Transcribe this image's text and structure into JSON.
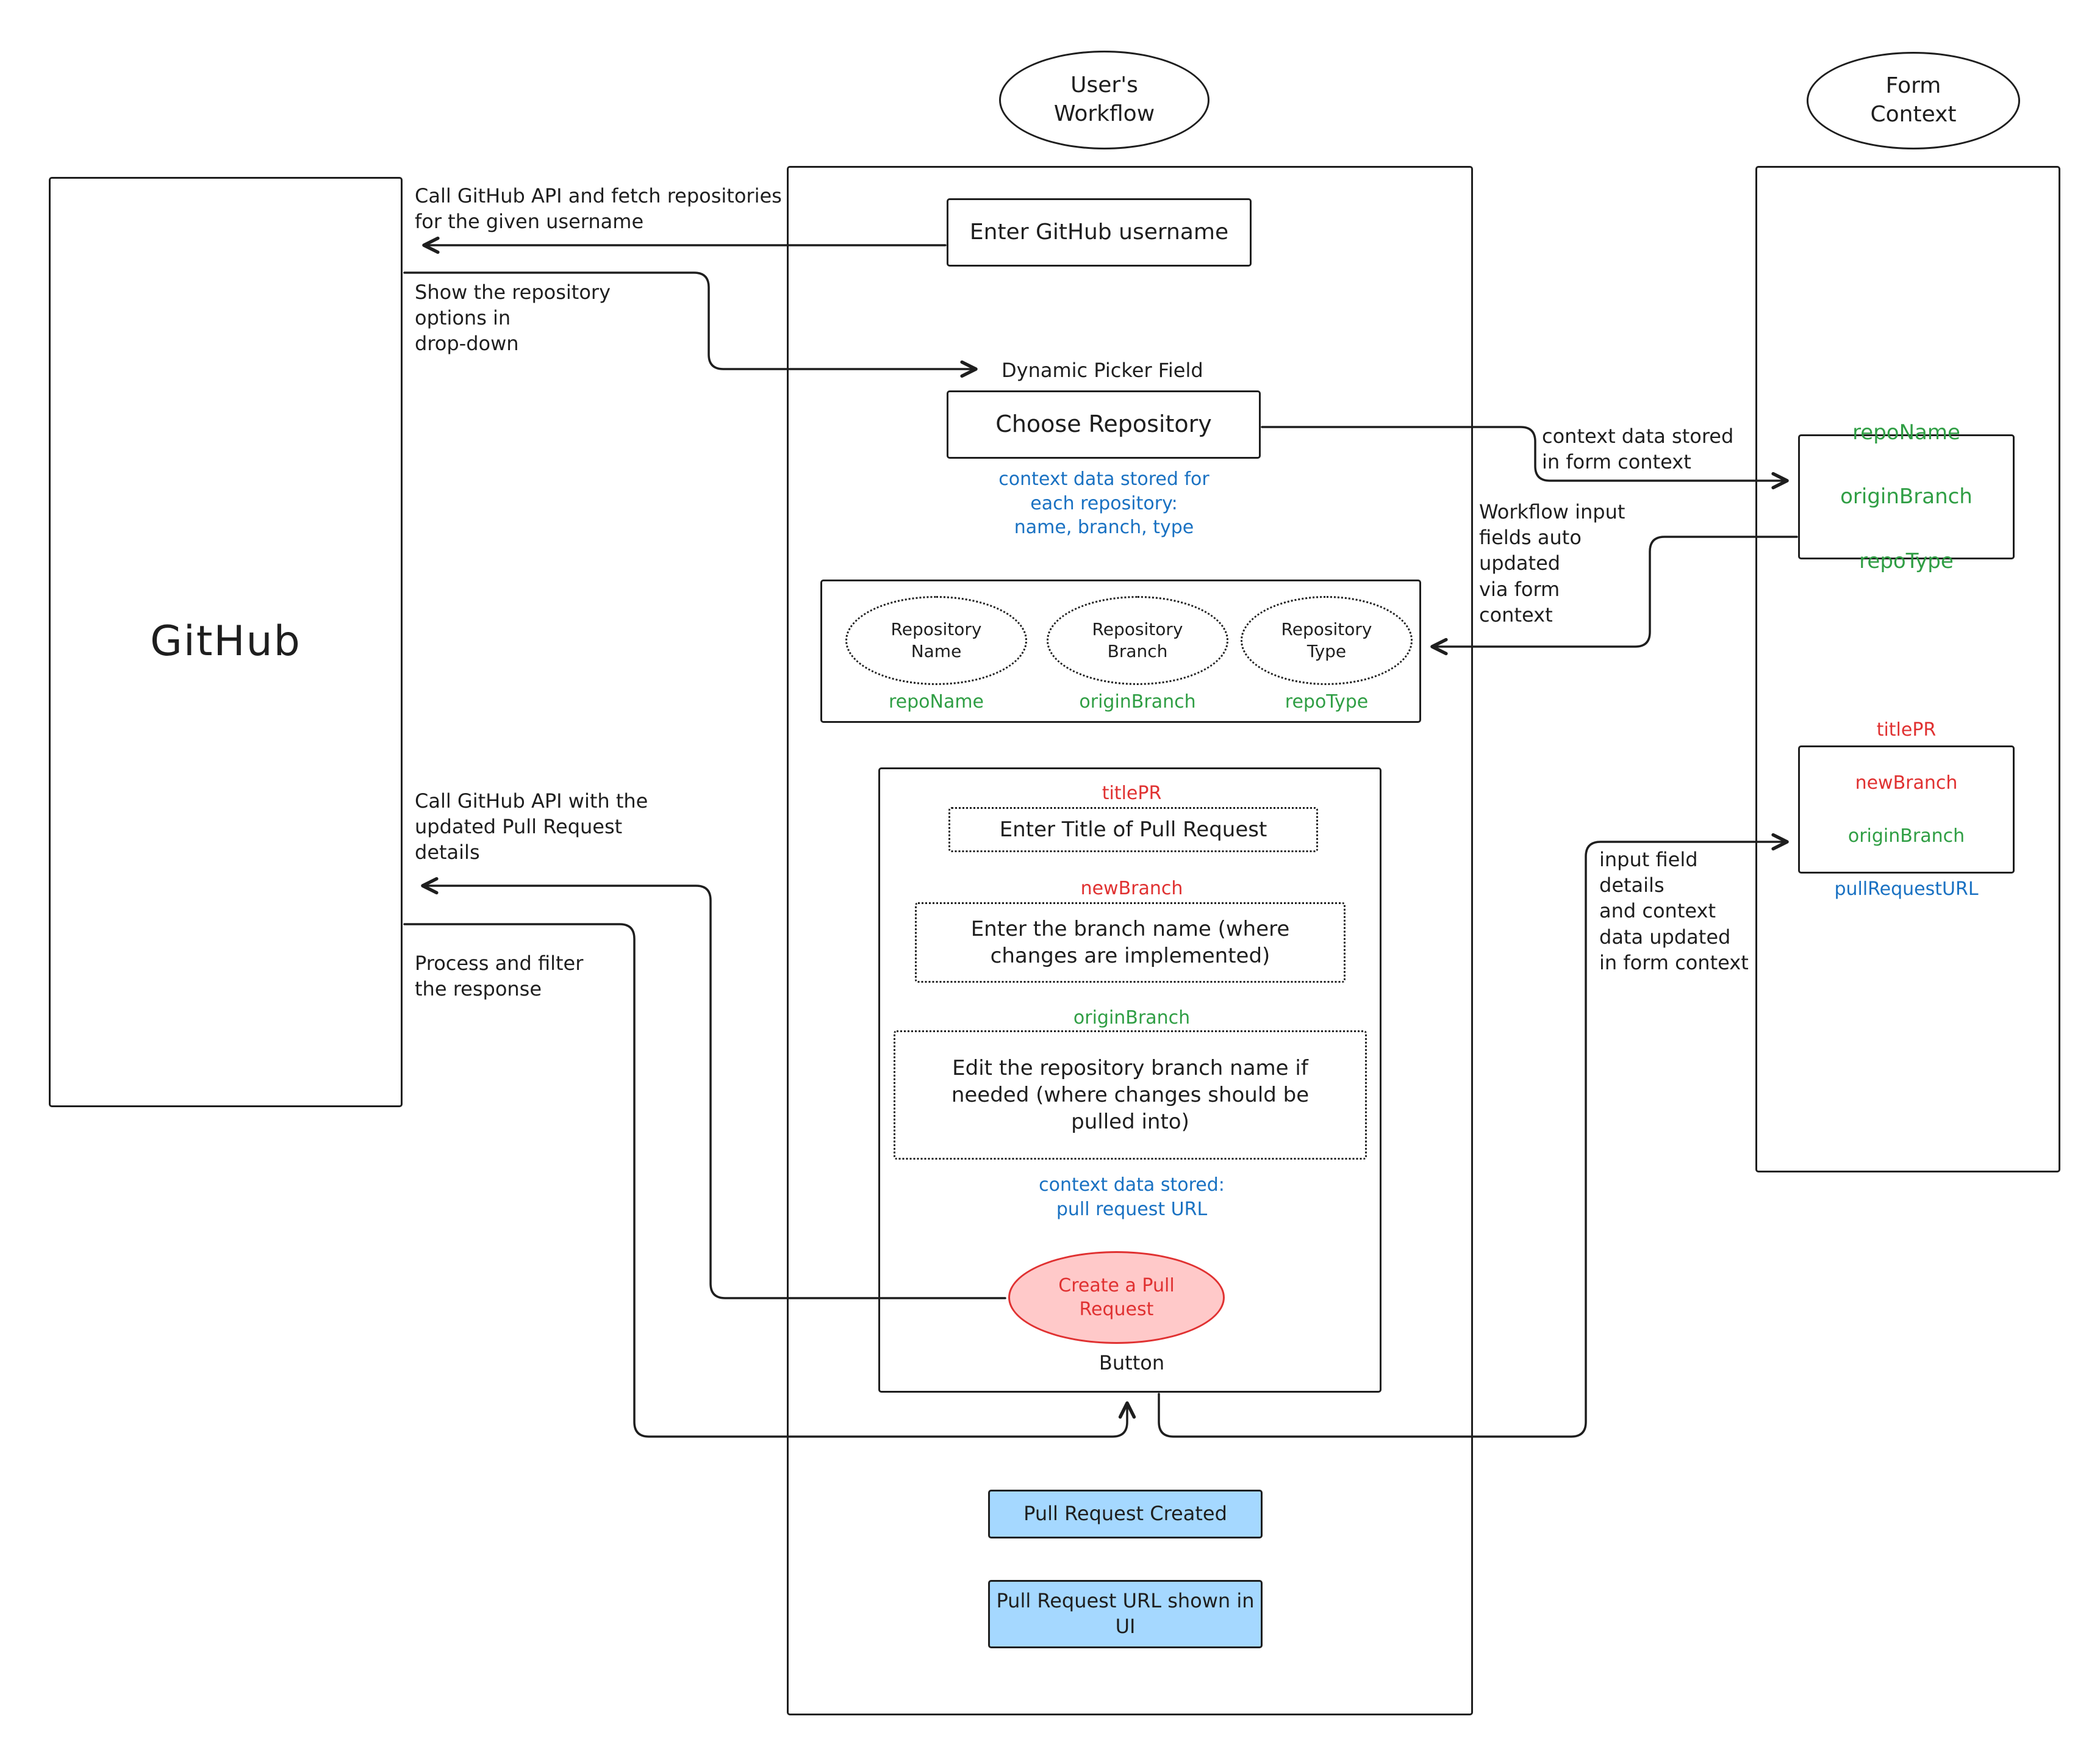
{
  "colors": {
    "stroke": "#1e1e1e",
    "accent_green": "#2f9e44",
    "accent_red": "#e03131",
    "accent_blue": "#1971c2",
    "create_button_fill": "#ffc9c9",
    "status_box_fill": "#a5d8ff"
  },
  "github": {
    "label": "GitHub"
  },
  "lanes": {
    "users_workflow": "User's\nWorkflow",
    "form_context": "Form\nContext"
  },
  "workflow": {
    "enter_username": "Enter GitHub username",
    "dynamic_picker_label": "Dynamic Picker Field",
    "choose_repository": "Choose Repository",
    "repo_context_note": "context data stored for\neach repository:\nname, branch, type",
    "repo_fields": [
      {
        "label": "Repository\nName",
        "context_key": "repoName"
      },
      {
        "label": "Repository\nBranch",
        "context_key": "originBranch"
      },
      {
        "label": "Repository\nType",
        "context_key": "repoType"
      }
    ],
    "pr_form": {
      "title_key": "titlePR",
      "title_field": "Enter Title of Pull Request",
      "new_branch_key": "newBranch",
      "new_branch_field": "Enter the branch name (where\nchanges are implemented)",
      "origin_branch_key": "originBranch",
      "origin_branch_field": "Edit the repository branch name if\nneeded (where changes should be\npulled into)",
      "context_note": "context data stored:\npull request URL",
      "create_button": "Create a Pull\nRequest",
      "button_caption": "Button"
    },
    "pr_created": "Pull Request Created",
    "pr_url_shown": "Pull Request URL shown in\nUI"
  },
  "form_context_panel": {
    "repo_keys": [
      "repoName",
      "originBranch",
      "repoType"
    ],
    "pr_keys": [
      {
        "label": "titlePR",
        "color": "#e03131"
      },
      {
        "label": "newBranch",
        "color": "#e03131"
      },
      {
        "label": "originBranch",
        "color": "#2f9e44"
      },
      {
        "label": "pullRequestURL",
        "color": "#1971c2"
      }
    ]
  },
  "arrow_labels": {
    "fetch_repos": "Call GitHub API and fetch repositories\nfor the given username",
    "show_options": "Show the repository\noptions in\ndrop-down",
    "context_stored": "context data stored\nin form context",
    "workflow_inputs_updated": "Workflow input\nfields auto\nupdated\nvia form\ncontext",
    "call_with_pr": "Call GitHub API with the\nupdated Pull Request\ndetails",
    "process_filter": "Process and filter\nthe response",
    "input_field_details": "input field\ndetails\nand context\ndata updated\nin form context"
  }
}
